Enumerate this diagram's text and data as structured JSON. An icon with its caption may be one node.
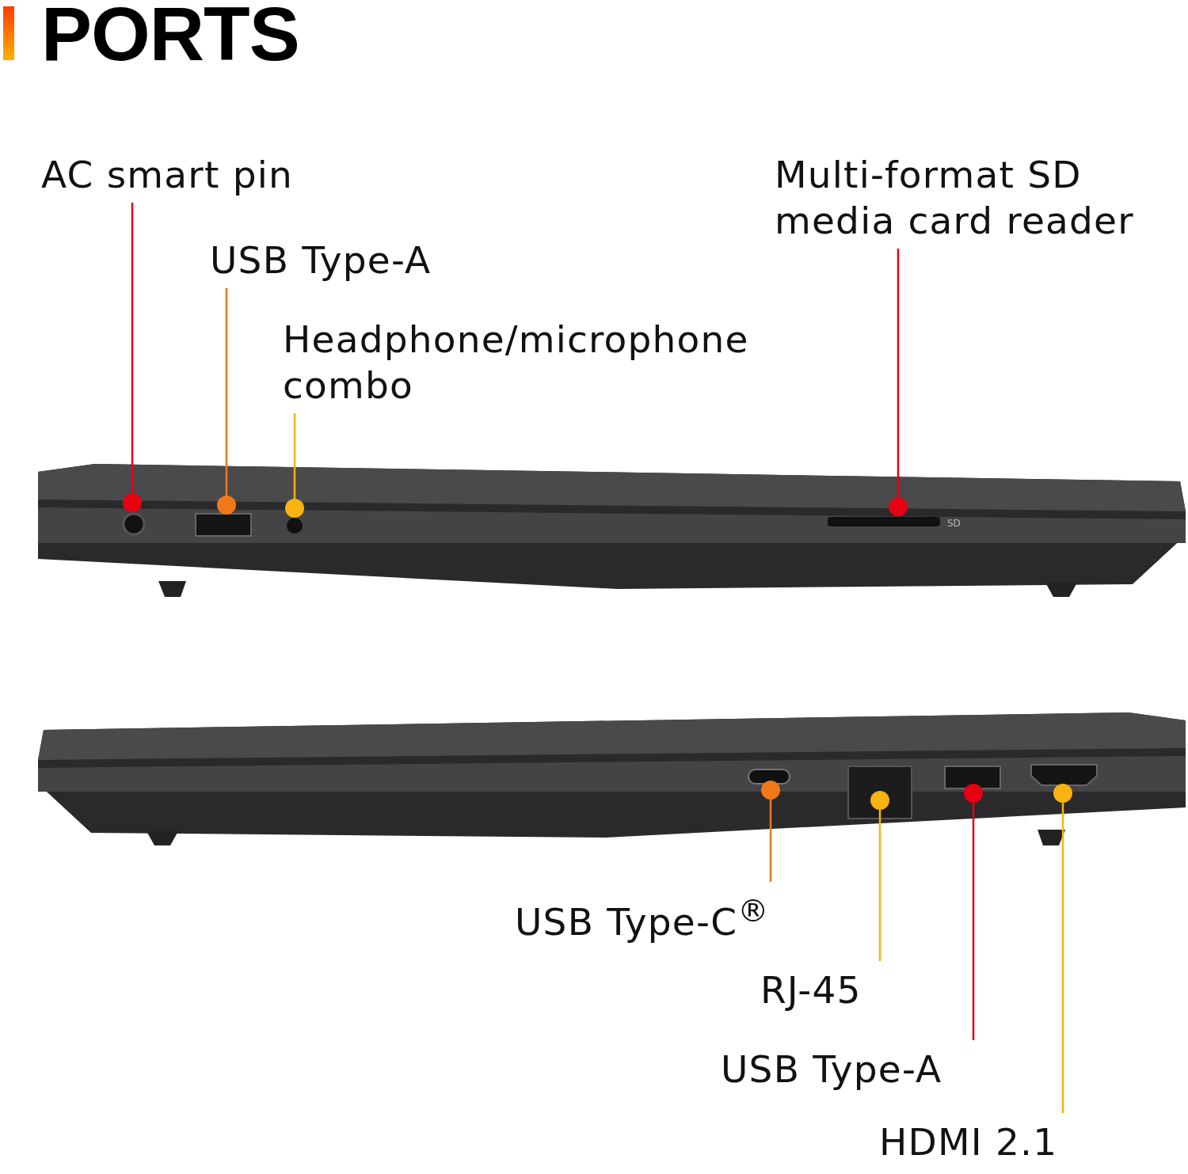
{
  "diagram": {
    "title": "PORTS",
    "nodes": [
      {
        "text": [
          "AC smart pin"
        ]
      },
      {
        "text": [
          "USB Type-A"
        ]
      },
      {
        "text": [
          "Headphone/microphone combo"
        ]
      },
      {
        "text": [
          "Multi-format SD media card reader"
        ]
      },
      {
        "text": [],
        "shape": "circle"
      },
      {
        "text": [],
        "shape": "circle"
      },
      {
        "text": [],
        "shape": "circle"
      },
      {
        "text": [],
        "shape": "circle"
      },
      {
        "text": [
          "USB Type-C$^{®}$"
        ]
      },
      {
        "text": [
          "RJ-45"
        ]
      },
      {
        "text": [
          "USB Type-A"
        ]
      },
      {
        "text": [
          "HDMI 2.1"
        ]
      },
      {
        "text": [],
        "shape": "circle"
      },
      {
        "text": [],
        "shape": "circle"
      },
      {
        "text": [],
        "shape": "circle"
      },
      {
        "text": [],
        "shape": "circle"
      }
    ],
    "edges": [
      {
        "from": 0,
        "to": 4,
        "arrow": "none",
        "color": "#e60012"
      },
      {
        "from": 1,
        "to": 5,
        "arrow": "none",
        "color": "#f07818"
      },
      {
        "from": 2,
        "to": 6,
        "arrow": "none",
        "color": "#f7b30f"
      },
      {
        "from": 3,
        "to": 7,
        "arrow": "none",
        "color": "#e60012"
      },
      {
        "from": 8,
        "to": 12,
        "arrow": "none",
        "color": "#f07818"
      },
      {
        "from": 9,
        "to": 13,
        "arrow": "none",
        "color": "#f7b30f"
      },
      {
        "from": 10,
        "to": 14,
        "arrow": "none",
        "color": "#e60012"
      },
      {
        "from": 11,
        "to": 15,
        "arrow": "none",
        "color": "#f7b30f"
      }
    ],
    "labels": [
      "SD"
    ]
  }
}
